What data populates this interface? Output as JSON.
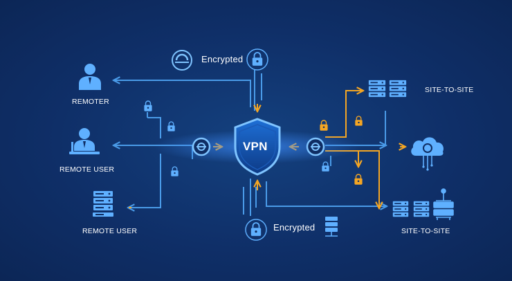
{
  "center": {
    "label": "VPN"
  },
  "labels": {
    "encrypted_top": "Encrypted",
    "encrypted_bottom": "Encrypted",
    "remoter": "REMOTER",
    "remote_user_1": "REMOTE USER",
    "remote_user_2": "REMOTE USER",
    "site_to_site_top": "SITE-TO-SITE",
    "site_to_site_bottom": "SITE-TO-SITE"
  },
  "colors": {
    "background": "#0f2d63",
    "blue_line": "#4a9be8",
    "icon_blue": "#5fb0ff",
    "accent_orange": "#f5a623",
    "text": "#ffffff"
  },
  "icons": [
    "user-icon",
    "user-laptop-icon",
    "server-icon",
    "padlock-icon",
    "shield-icon",
    "cloud-icon",
    "network-node-icon",
    "rack-icon"
  ]
}
